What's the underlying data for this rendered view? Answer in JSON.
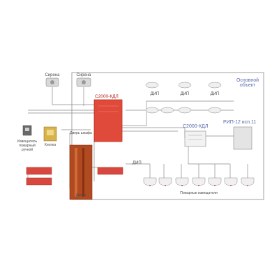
{
  "zone_title": "Основной объект",
  "panels": {
    "main_controller": "С2000-КДЛ",
    "relay_module": "С2000-КДЛ",
    "power_supply": "РИП-12 исп.11"
  },
  "cameras": [
    "Сирена",
    "Сирена"
  ],
  "detector_groups": {
    "upper_left": "ДИП",
    "upper_mid": "ДИП",
    "upper_right": "ДИП"
  },
  "lower_labels": {
    "bus_label": "ДИП",
    "detector_row_caption": "Пожарные извещатели"
  },
  "left_devices": {
    "manual_call_point": "Извещатель пожарный ручной",
    "sounder_box": "Кнопка",
    "cabinet_top_label": "Дверь шкафа",
    "cabinet_bottom_label": "Двери"
  },
  "colors": {
    "enclosure": "#e04a3a",
    "pipe": "#a0401c",
    "wire": "#808080",
    "frame": "#8a8a8a",
    "accent_blue": "#5a6aa8"
  }
}
